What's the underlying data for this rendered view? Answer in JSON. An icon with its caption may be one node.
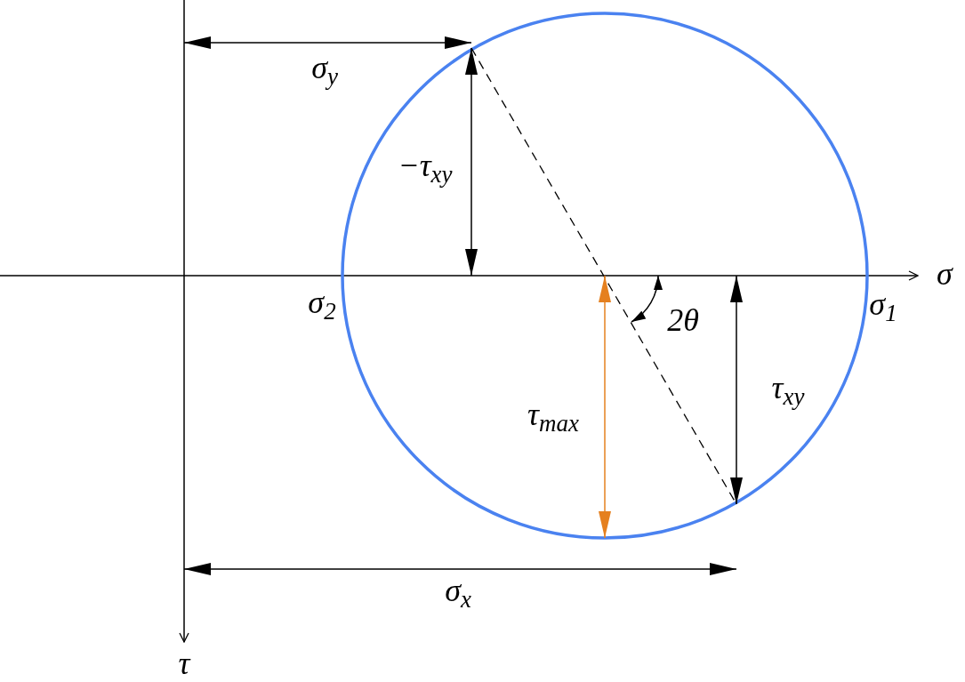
{
  "diagram": {
    "labels": [
      "σ$_{y}$",
      "−τ$_{xy}$",
      "σ",
      "σ$_{2}$",
      "σ$_{1}$",
      "2θ",
      "τ$_{max}$",
      "τ$_{xy}$",
      "σ$_{x}$",
      "τ"
    ]
  }
}
